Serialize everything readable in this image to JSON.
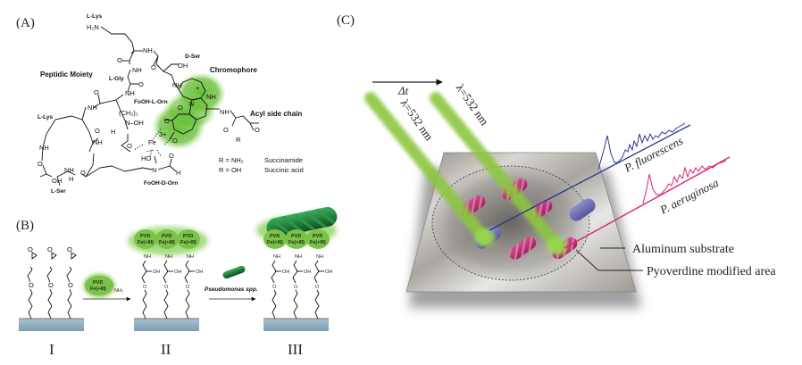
{
  "panels": {
    "a": {
      "label": "(A)",
      "headings": {
        "peptidic_moiety": "Peptidic Moiety",
        "chromophore": "Chromophore",
        "acyl_side_chain": "Acyl side chain"
      },
      "residues": {
        "l_lys_top": "L-Lys",
        "d_ser": "D-Ser",
        "l_gly": "L-Gly",
        "fooh_l_orn": "FoOH-L-Orn",
        "l_lys_ring": "L-Lys",
        "l_ser": "L-Ser",
        "fooh_d_orn": "FoOH-D-Orn"
      },
      "atoms": {
        "h2n": "H₂N",
        "nh": "NH",
        "o": "O",
        "oh": "OH",
        "n_oh": "N–OH",
        "ch2_3": "(CH₂)₃",
        "h": "H",
        "fe": "Fe",
        "fe_charge": "3+",
        "ho": "HO",
        "n": "N",
        "r": "R",
        "plus": "+"
      },
      "legend": [
        {
          "formula": "R = NH₂",
          "name": "Succinamide"
        },
        {
          "formula": "R = OH",
          "name": "Succinic acid"
        }
      ]
    },
    "b": {
      "label": "(B)",
      "stages": [
        "I",
        "II",
        "III"
      ],
      "pvd_line1": "PVD",
      "pvd_line2": "Fe(+III)",
      "nh2": "NH₂",
      "nh": "NH",
      "oh": "OH",
      "o": "O",
      "reagent_label": "Pseudomonas spp."
    },
    "c": {
      "label": "(C)",
      "delta_t": "Δt",
      "beam1": "λ=532 nm",
      "beam2": "λ=532 nm",
      "species1": "P. fluorescens",
      "species2": "P. aeruginosa",
      "callout1": "Aluminum substrate",
      "callout2": "Pyoverdine modified area"
    }
  },
  "colors": {
    "chromophore_glow": "#5cb82e",
    "pvd_green": "#7cc24a",
    "laser_green": "#8cc63f",
    "bacterium_green": "#1f7a3a",
    "substrate_blue": "#8fb0c0",
    "fluorescens_blue": "#2c3a8c",
    "aeruginosa_magenta": "#d8237a",
    "bacterium_magenta": "#b8306e",
    "bacterium_violet": "#6f6fb0"
  }
}
